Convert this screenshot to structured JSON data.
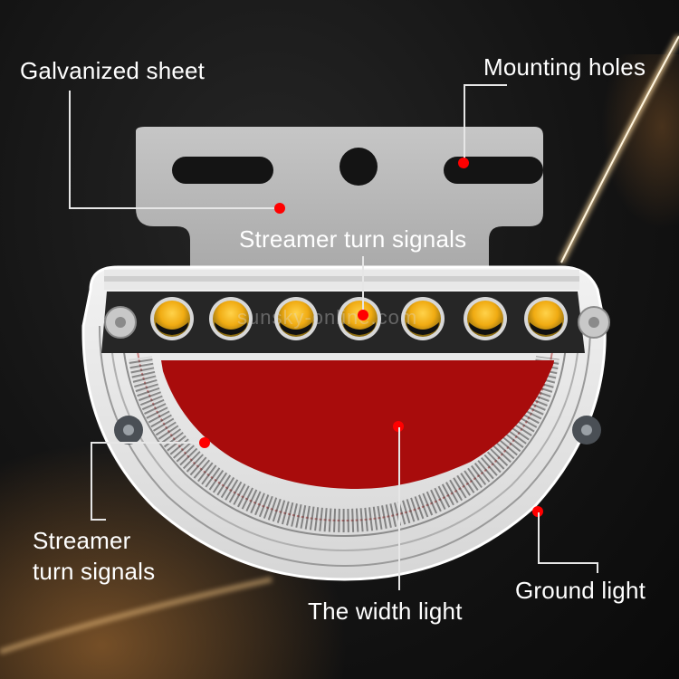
{
  "image": {
    "subject": "Semi-circular truck side marker / tail light with LED streamer turn signals",
    "watermark": "sunsky-online.com",
    "colors": {
      "background": "#141414",
      "bracket": "#b8b8b8",
      "width_light_red": "#a80c0c",
      "led_amber": "#f2b21c",
      "callout_dot": "#ff0000",
      "leader_line": "#e6e6e6",
      "label_text": "#ffffff",
      "glow_streak": "#f0c070"
    }
  },
  "callouts": {
    "galvanized_sheet": {
      "label": "Galvanized sheet"
    },
    "mounting_holes": {
      "label": "Mounting holes"
    },
    "streamer_top": {
      "label": "Streamer turn signals"
    },
    "streamer_left": {
      "label_line1": "Streamer",
      "label_line2": "turn signals"
    },
    "width_light": {
      "label": "The width light"
    },
    "ground_light": {
      "label": "Ground light"
    }
  },
  "product": {
    "led_count": 7,
    "mounting_hole_count": 3
  }
}
